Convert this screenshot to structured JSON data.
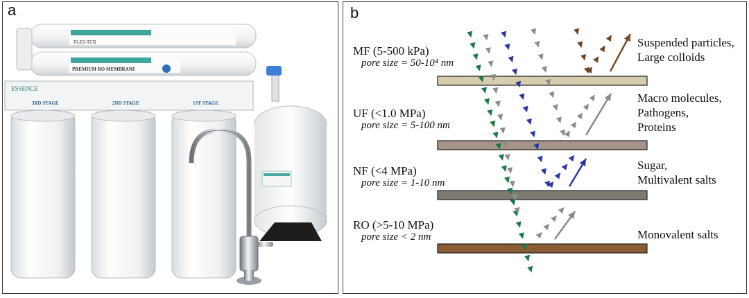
{
  "panel_a": {
    "letter": "a",
    "system": {
      "bar_label": "ESSENCE",
      "stage_labels": [
        "3RD STAGE",
        "2ND STAGE",
        "1ST STAGE"
      ],
      "top_filter_label": "FI-ES-TCR",
      "membrane_label": "PREMIUM RO MEMBRANE"
    }
  },
  "panel_b": {
    "letter": "b",
    "processes": [
      {
        "name": "MF (5-500 kPa)",
        "pore": "pore size = 50-10⁴ nm",
        "color": "#d8ccae",
        "retained": [
          "Suspended particles,",
          "Large colloids"
        ],
        "retained_color": "#7a4a22"
      },
      {
        "name": "UF (<1.0 MPa)",
        "pore": "pore size = 5-100 nm",
        "color": "#a59487",
        "retained": [
          "Macro molecules,",
          "Pathogens,",
          "Proteins"
        ],
        "retained_color": "#888888"
      },
      {
        "name": "NF (<4 MPa)",
        "pore": "pore size = 1-10 nm",
        "color": "#7d7a73",
        "retained": [
          "Sugar,",
          "Multivalent salts"
        ],
        "retained_color": "#2a36a8"
      },
      {
        "name": "RO (>5-10 MPa)",
        "pore": "pore size < 2 nm",
        "color": "#8a5c33",
        "retained": [
          "Monovalent salts"
        ],
        "retained_color": "#888888"
      }
    ],
    "particle_colors": {
      "green": "#1c7a44",
      "gray": "#8c8c8c",
      "blue": "#2a36a8",
      "brown": "#6b4423"
    }
  }
}
